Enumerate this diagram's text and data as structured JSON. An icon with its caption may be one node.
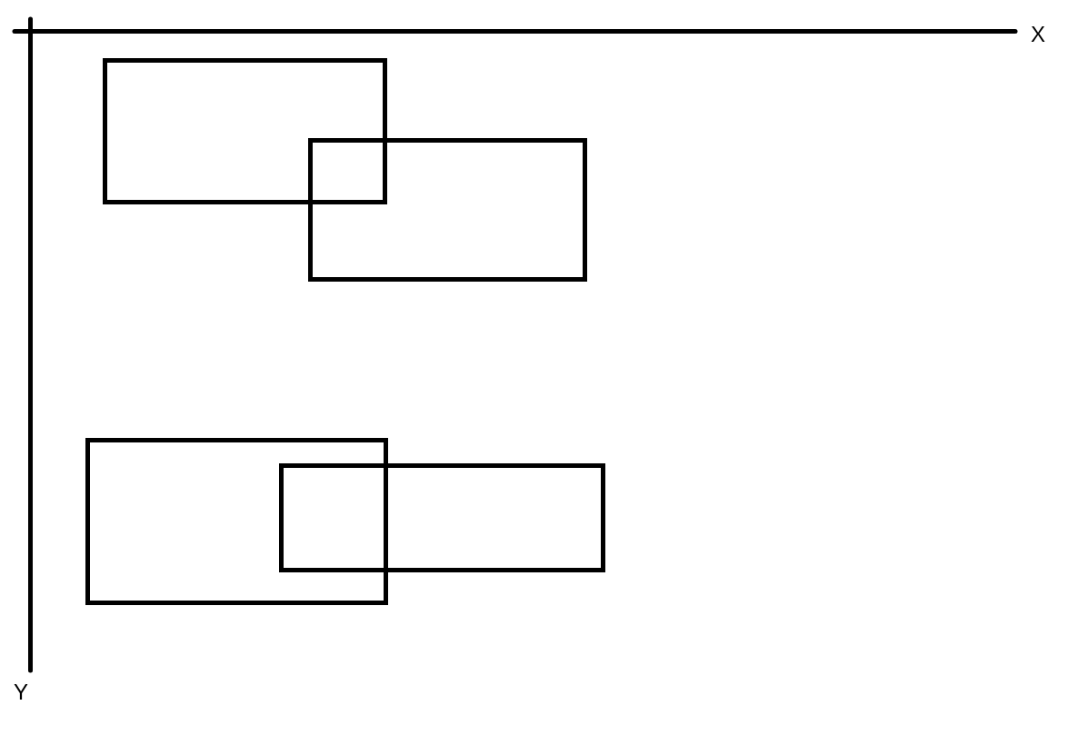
{
  "diagram": {
    "nodes": [
      {
        "text": [],
        "shape": "box"
      },
      {
        "text": [],
        "shape": "box"
      },
      {
        "text": [],
        "shape": "box"
      },
      {
        "text": [],
        "shape": "box"
      }
    ],
    "labels": [
      "X",
      "Y"
    ]
  }
}
